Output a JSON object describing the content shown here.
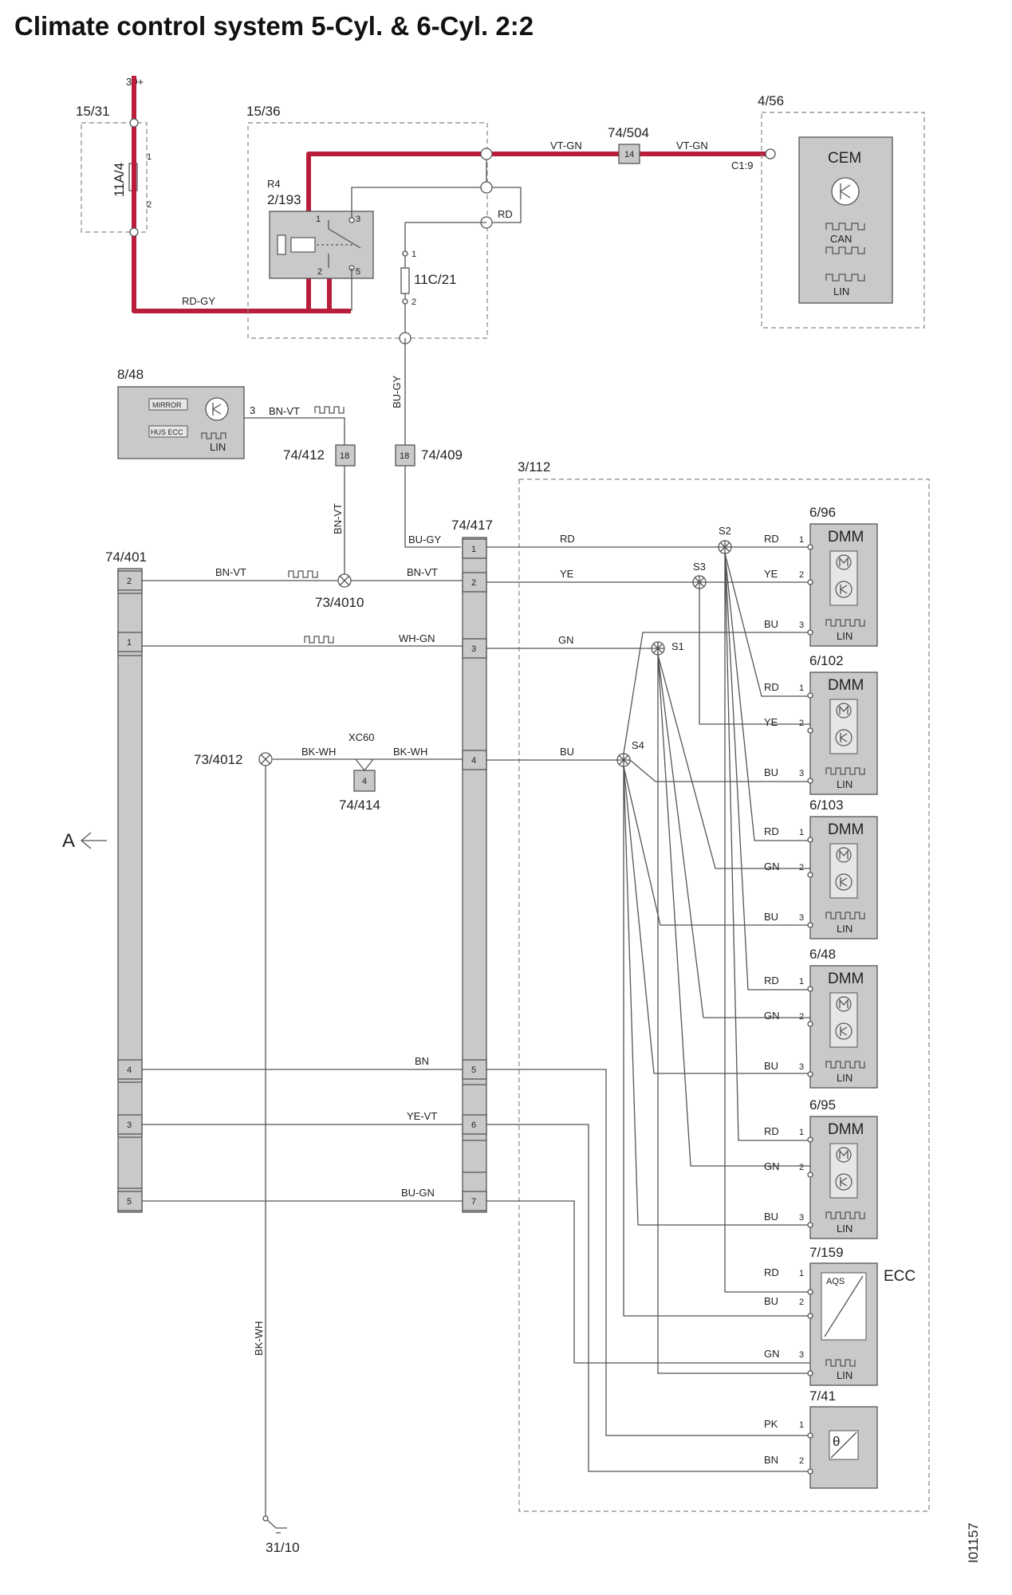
{
  "title": "Climate control system 5-Cyl. & 6-Cyl. 2:2",
  "power": "30+",
  "ground": "31/10",
  "image_code": "I01157",
  "arrow_ref": "A",
  "fusebox": {
    "id": "15/31",
    "fuse": "11A/4",
    "pin1": "1",
    "pin2": "2"
  },
  "relay_box": {
    "id": "15/36",
    "relay_tag": "R4",
    "relay": "2/193",
    "pin1": "1",
    "pin2": "2",
    "pin3": "3",
    "pin5": "5",
    "fuse": "11C/21",
    "fuse_pin1": "1",
    "fuse_pin2": "2"
  },
  "cem": {
    "id": "4/56",
    "label": "CEM",
    "pin": "C1:9",
    "can": "CAN",
    "lin": "LIN"
  },
  "splice_14": {
    "id": "74/504",
    "pin": "14"
  },
  "mirror_module": {
    "id": "8/48",
    "mirror": "MIRROR",
    "hus": "HUS ECC",
    "lin": "LIN",
    "pin": "3"
  },
  "conn_412": {
    "id": "74/412",
    "pin": "18"
  },
  "conn_409": {
    "id": "74/409",
    "pin": "18"
  },
  "conn_401": {
    "id": "74/401",
    "pins": [
      "2",
      "1",
      "4",
      "3",
      "5"
    ]
  },
  "conn_417": {
    "id": "74/417",
    "pins": [
      "1",
      "2",
      "3",
      "4",
      "5",
      "6",
      "7"
    ]
  },
  "splice_4010": "73/4010",
  "splice_4012": "73/4012",
  "conn_414": {
    "id": "74/414",
    "tag": "XC60",
    "pin": "4"
  },
  "hvac_unit": "3/112",
  "splices": {
    "s1": "S1",
    "s2": "S2",
    "s3": "S3",
    "s4": "S4"
  },
  "wire_colors": {
    "vt_gn": "VT-GN",
    "rd_gy": "RD-GY",
    "rd": "RD",
    "bu_gy": "BU-GY",
    "bn_vt": "BN-VT",
    "wh_gn": "WH-GN",
    "bk_wh": "BK-WH",
    "bn": "BN",
    "ye_vt": "YE-VT",
    "bu_gn": "BU-GN",
    "ye": "YE",
    "gn": "GN",
    "bu": "BU",
    "pk": "PK"
  },
  "dmm_modules": [
    {
      "id": "6/96",
      "label": "DMM",
      "lin": "LIN",
      "pins": [
        "RD",
        "YE",
        "BU"
      ],
      "nums": [
        "1",
        "2",
        "3"
      ]
    },
    {
      "id": "6/102",
      "label": "DMM",
      "lin": "LIN",
      "pins": [
        "RD",
        "YE",
        "BU"
      ],
      "nums": [
        "1",
        "2",
        "3"
      ]
    },
    {
      "id": "6/103",
      "label": "DMM",
      "lin": "LIN",
      "pins": [
        "RD",
        "GN",
        "BU"
      ],
      "nums": [
        "1",
        "2",
        "3"
      ]
    },
    {
      "id": "6/48",
      "label": "DMM",
      "lin": "LIN",
      "pins": [
        "RD",
        "GN",
        "BU"
      ],
      "nums": [
        "1",
        "2",
        "3"
      ]
    },
    {
      "id": "6/95",
      "label": "DMM",
      "lin": "LIN",
      "pins": [
        "RD",
        "GN",
        "BU"
      ],
      "nums": [
        "1",
        "2",
        "3"
      ]
    }
  ],
  "ecc_module": {
    "id": "7/159",
    "label": "ECC",
    "aqs": "AQS",
    "lin": "LIN",
    "pins": [
      "RD",
      "BU",
      "GN"
    ],
    "nums": [
      "1",
      "2",
      "3"
    ]
  },
  "temp_sensor": {
    "id": "7/41",
    "symbol": "θ",
    "pins": [
      "PK",
      "BN"
    ],
    "nums": [
      "1",
      "2"
    ]
  },
  "colors": {
    "power_wire": "#b81e3a",
    "component_fill": "#c9c9c9",
    "wire": "#555555"
  }
}
